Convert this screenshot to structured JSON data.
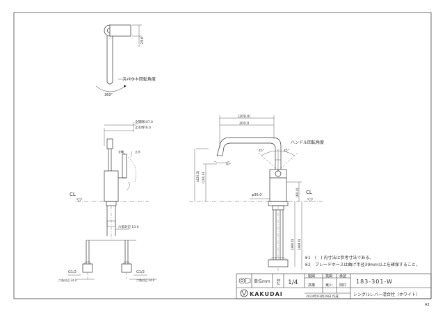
{
  "top_view": {
    "dim_top": "23.0",
    "rotation_label": "スパウト回転角度",
    "rotation_angle": "360°"
  },
  "side_view": {
    "dim_row1_label": "全開時",
    "dim_row1_value": "107.0",
    "dim_row2_label": "止水時",
    "dim_row2_value": "76.0",
    "label_zen": "全開",
    "label_shi": "止水",
    "cl": "CL",
    "hex1": "六角対辺 13.0",
    "hex2_left": "六角対辺 24.0",
    "hex2_right": "六角対辺 24.0",
    "thread_left": "G1/2",
    "thread_right": "G1/2"
  },
  "front_view": {
    "dim_outer": "(209.0)",
    "dim_inner": "200.0",
    "handle_label": "ハンドル回転角度",
    "angle_left": "45°",
    "angle_right": "45°",
    "angle_spout": "70°",
    "dim_height_total": "(420.5)",
    "dim_height_2": "(191.0)",
    "dim_dia": "φ36.0",
    "dim_right_1": "(60.0)",
    "dim_right_2": "(366.0)",
    "dim_right_3": "(368.0)",
    "cl": "CL"
  },
  "notes": [
    "※1　(　) 内寸法は参考寸法である。",
    "※2　ブレードホースは曲げ半径39mm以上を確保すること。"
  ],
  "title_block": {
    "unit": "単位mm",
    "scale_label": "尺度",
    "scale": "1/4",
    "headers": [
      "製図",
      "検図",
      "承認"
    ],
    "names": [
      "高橋",
      "東川",
      "岡村"
    ],
    "brand": "KAKUDAI",
    "date": "2024年03月29日 作成",
    "part_no": "183-301-W",
    "name": "シングルレバー混合栓（ホワイト）"
  },
  "sheet_size": "A3"
}
